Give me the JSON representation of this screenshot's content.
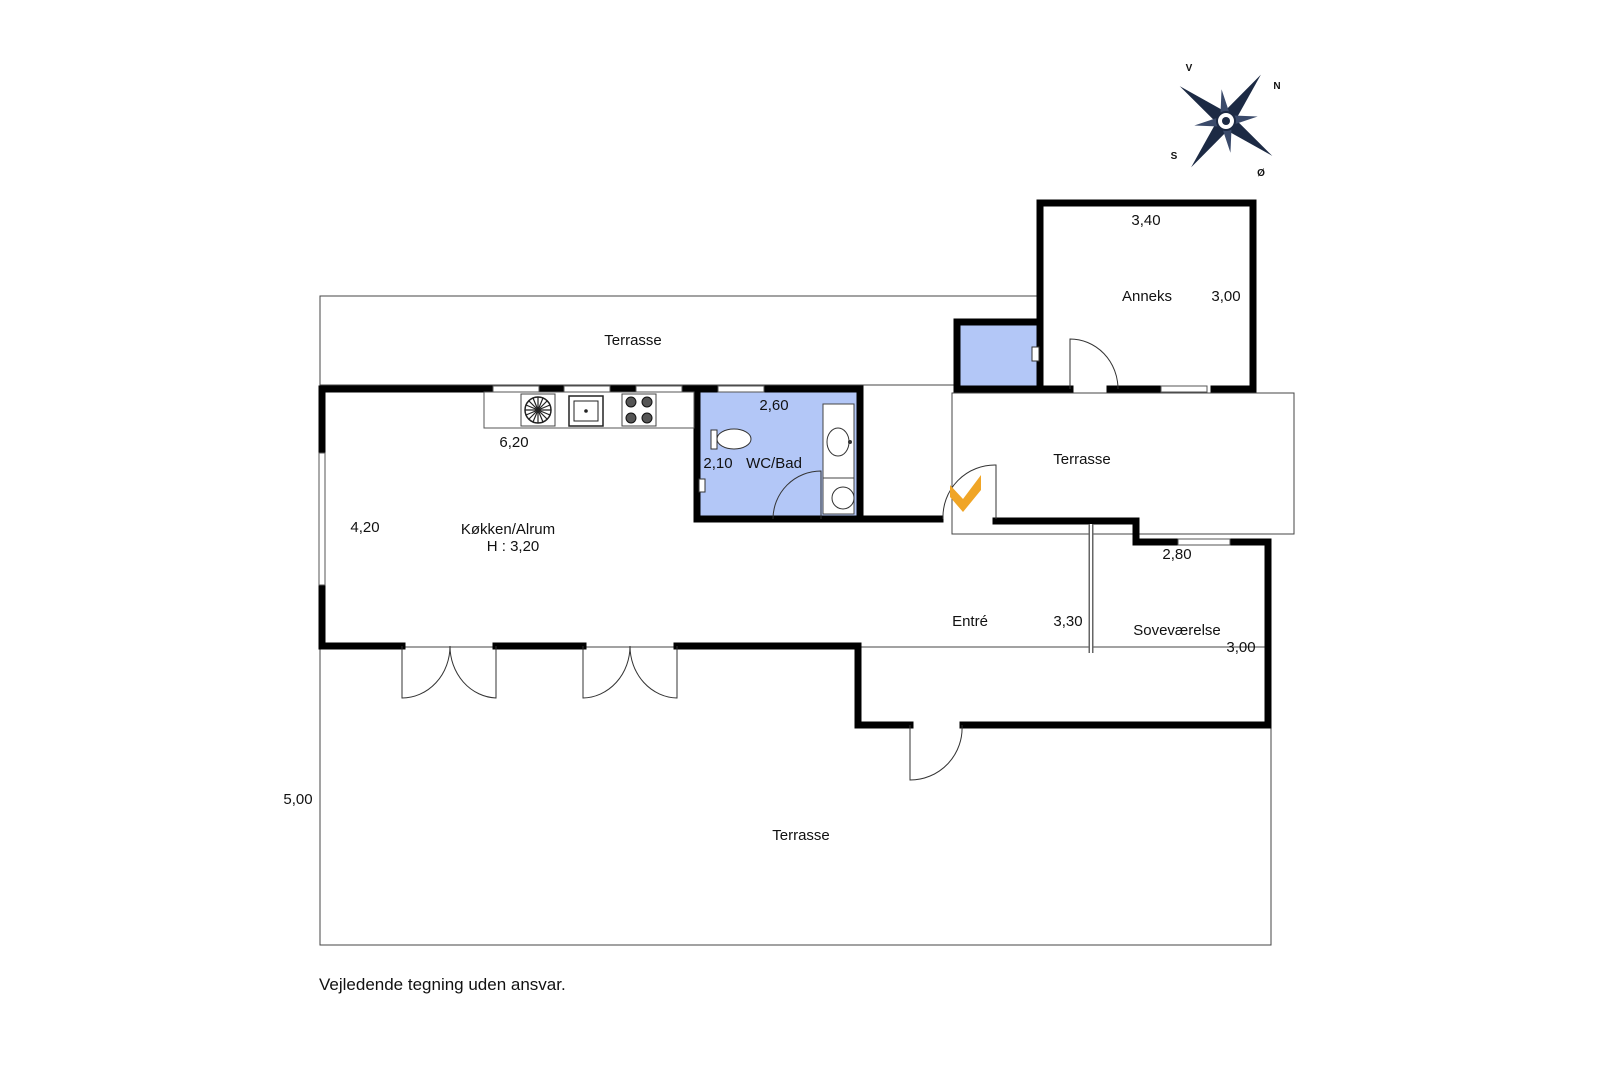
{
  "colors": {
    "wall": "#000000",
    "wet_room": "#b3c7f7",
    "entry_marker": "#f0a526",
    "compass": "#1c2a44"
  },
  "compass": {
    "north": "N",
    "east": "Ø",
    "south": "S",
    "west": "V"
  },
  "terraces": {
    "top": "Terrasse",
    "right": "Terrasse",
    "bottom": "Terrasse",
    "bottom_dim": "5,00"
  },
  "rooms": {
    "kitchen": {
      "name": "Køkken/Alrum",
      "height": "H : 3,20",
      "width": "6,20",
      "depth": "4,20"
    },
    "bath": {
      "name": "WC/Bad",
      "width": "2,60",
      "depth": "2,10"
    },
    "entry": {
      "name": "Entré",
      "dim": "3,30"
    },
    "bedroom": {
      "name": "Soveværelse",
      "width": "2,80",
      "depth": "3,00"
    },
    "annex": {
      "name": "Anneks",
      "width": "3,40",
      "depth": "3,00"
    }
  },
  "disclaimer": "Vejledende tegning uden ansvar."
}
